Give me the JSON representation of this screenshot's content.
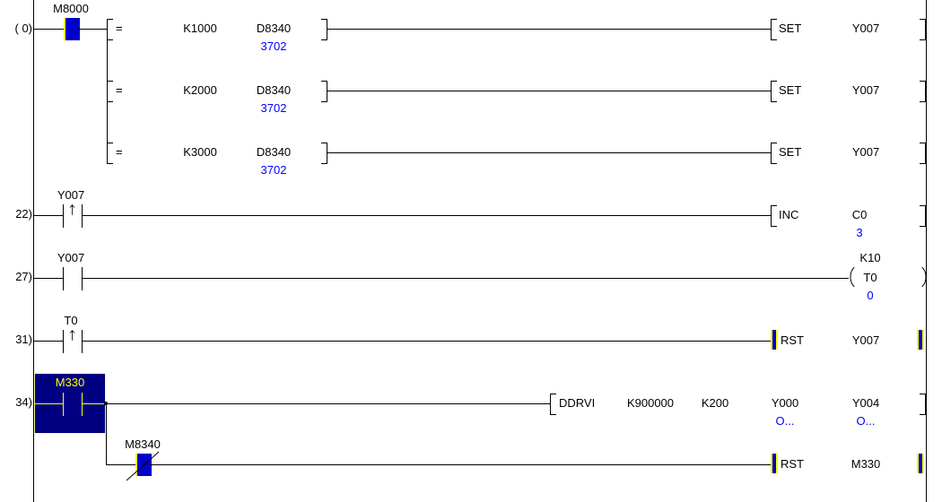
{
  "editor": {
    "type": "plc-ladder-diagram",
    "colors": {
      "wire": "#000000",
      "text": "#000000",
      "monitor_value": "#0000ff",
      "energized": "#0000cc",
      "selection_fill": "#000080",
      "selection_text": "#ffff00"
    }
  },
  "rungs": [
    {
      "number": "(   0)",
      "input": {
        "label": "M8000",
        "type": "contact-no",
        "state": "on"
      },
      "branches": [
        {
          "compare": {
            "bracket": "[",
            "op": "=",
            "operand1": "K1000",
            "operand2": "D8340",
            "operand2_value": "3702",
            "close": "]"
          },
          "output": {
            "bracket": "[",
            "instruction": "SET",
            "operand": "Y007",
            "close": "]"
          }
        },
        {
          "compare": {
            "bracket": "[",
            "op": "=",
            "operand1": "K2000",
            "operand2": "D8340",
            "operand2_value": "3702",
            "close": "]"
          },
          "output": {
            "bracket": "[",
            "instruction": "SET",
            "operand": "Y007",
            "close": "]"
          }
        },
        {
          "compare": {
            "bracket": "[",
            "op": "=",
            "operand1": "K3000",
            "operand2": "D8340",
            "operand2_value": "3702",
            "close": "]"
          },
          "output": {
            "bracket": "[",
            "instruction": "SET",
            "operand": "Y007",
            "close": "]"
          }
        }
      ]
    },
    {
      "number": "22)",
      "input": {
        "label": "Y007",
        "type": "contact-rising-edge",
        "state": "off"
      },
      "output": {
        "instruction": "INC",
        "operand": "C0",
        "operand_value": "3"
      }
    },
    {
      "number": "27)",
      "input": {
        "label": "Y007",
        "type": "contact-no",
        "state": "off"
      },
      "output": {
        "instruction": "coil-timer",
        "operand": "T0",
        "preset": "K10",
        "operand_value": "0"
      }
    },
    {
      "number": "31)",
      "input": {
        "label": "T0",
        "type": "contact-rising-edge",
        "state": "off"
      },
      "output": {
        "instruction": "RST",
        "operand": "Y007",
        "highlighted": true
      }
    },
    {
      "number": "34)",
      "input": {
        "label": "M330",
        "type": "contact-no",
        "state": "off",
        "selected": true
      },
      "output": {
        "instruction": "DDRVI",
        "operands": [
          "K900000",
          "K200",
          "Y000",
          "Y004"
        ],
        "operand_values": [
          "",
          "",
          "O...",
          "O..."
        ]
      },
      "sub_rung": {
        "input": {
          "label": "M8340",
          "type": "contact-nc",
          "state": "on"
        },
        "output": {
          "instruction": "RST",
          "operand": "M330",
          "highlighted": true
        }
      }
    }
  ]
}
